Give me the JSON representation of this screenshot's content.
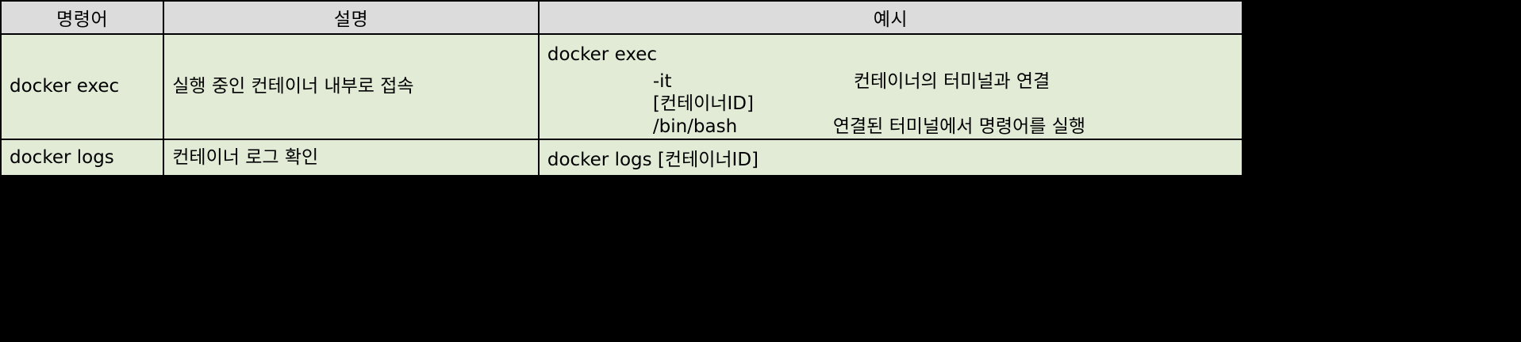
{
  "page": {
    "background_color": "#000000",
    "table_background": "#e2ebd6",
    "header_background": "#dcdcdc",
    "border_color": "#000000"
  },
  "table": {
    "headers": {
      "command": "명령어",
      "description": "설명",
      "example": "예시"
    },
    "rows": [
      {
        "command": "docker exec",
        "description": "실행 중인 컨테이너 내부로 접속",
        "example_lines": [
          "docker exec",
          "-it",
          "[컨테이너ID]",
          "/bin/bash"
        ],
        "example_notes": [
          "컨테이너의 터미널과 연결",
          "연결된 터미널에서 명령어를 실행"
        ]
      },
      {
        "command": "docker logs",
        "description": "컨테이너 로그 확인",
        "example": "docker logs [컨테이너ID]"
      }
    ]
  }
}
